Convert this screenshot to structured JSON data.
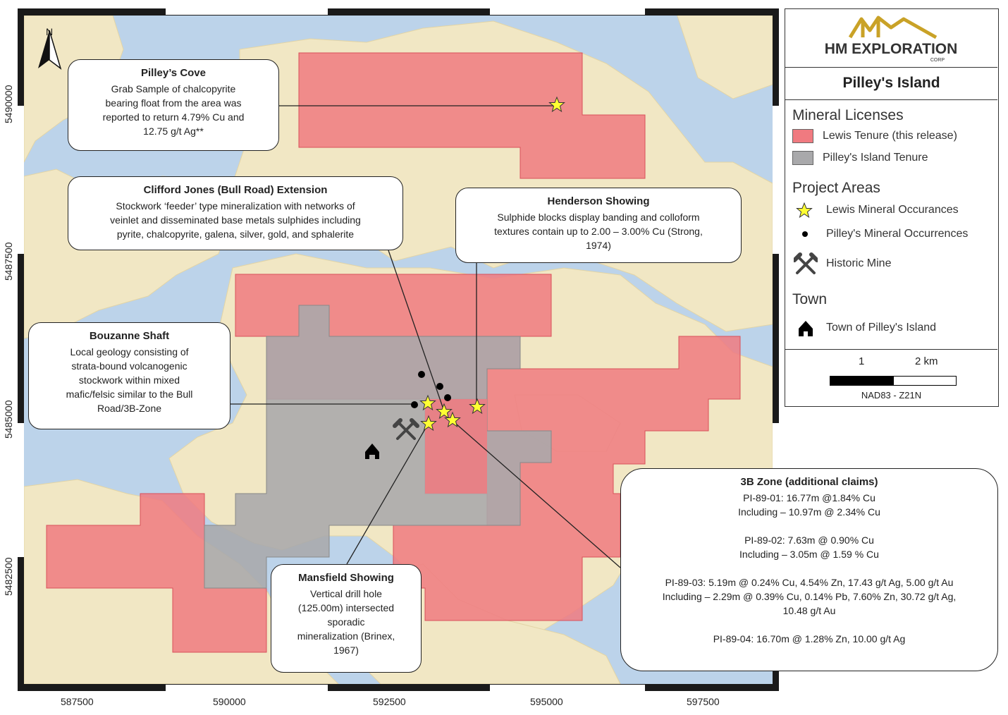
{
  "north_label": "N",
  "colors": {
    "water": "#bcd3ea",
    "land": "#f1e7c4",
    "lewis_tenure": "#f07a80",
    "pilleys_tenure": "#a9a9ab",
    "occurrence_star": "#ffff33",
    "logo_gold": "#c9a227"
  },
  "x_ticks": [
    "587500",
    "590000",
    "592500",
    "595000",
    "597500"
  ],
  "y_ticks": [
    "5490000",
    "5487500",
    "5485000",
    "5482500"
  ],
  "callouts": {
    "pilleys_cove": {
      "title": "Pilley’s Cove",
      "body": "Grab Sample of chalcopyrite\nbearing float from the area was\nreported to return 4.79% Cu and\n12.75 g/t Ag**"
    },
    "clifford": {
      "title": "Clifford Jones (Bull Road) Extension",
      "body": "Stockwork ‘feeder’ type mineralization with networks of\nveinlet and disseminated base metals sulphides including\npyrite, chalcopyrite, galena, silver, gold, and sphalerite"
    },
    "henderson": {
      "title": "Henderson Showing",
      "body": "Sulphide blocks display banding and colloform\ntextures contain up to 2.00 – 3.00% Cu (Strong,\n1974)"
    },
    "bouzanne": {
      "title": "Bouzanne Shaft",
      "body": "Local geology consisting of\nstrata-bound volcanogenic\nstockwork within mixed\nmafic/felsic similar to the Bull\nRoad/3B-Zone"
    },
    "mansfield": {
      "title": "Mansfield Showing",
      "body": "Vertical drill hole\n(125.00m) intersected\nsporadic\nmineralization (Brinex,\n1967)"
    },
    "zone3b": {
      "title": "3B Zone (additional claims)",
      "body": "PI-89-01: 16.77m @1.84% Cu\nIncluding – 10.97m @ 2.34% Cu\n\nPI-89-02: 7.63m @ 0.90% Cu\nIncluding – 3.05m @ 1.59 % Cu\n\nPI-89-03: 5.19m @ 0.24% Cu, 4.54% Zn, 17.43 g/t Ag, 5.00 g/t Au\nIncluding – 2.29m @ 0.39% Cu, 0.14% Pb, 7.60% Zn, 30.72 g/t Ag,\n10.48 g/t Au\n\nPI-89-04: 16.70m @ 1.28% Zn, 10.00 g/t Ag"
    }
  },
  "legend": {
    "logo_text": "HM EXPLORATION",
    "logo_sub": "CORP",
    "title": "Pilley's Island",
    "mineral_licenses": "Mineral Licenses",
    "lewis": "Lewis Tenure (this release)",
    "pilleys": "Pilley's Island Tenure",
    "project_areas": "Project Areas",
    "lewis_occ": "Lewis Mineral Occurances",
    "pilleys_occ": "Pilley's Mineral Occurrences",
    "historic_mine": "Historic Mine",
    "town_heading": "Town",
    "town_item": "Town of Pilley's Island",
    "scale_1": "1",
    "scale_2": "2 km",
    "datum": "NAD83 - Z21N"
  }
}
